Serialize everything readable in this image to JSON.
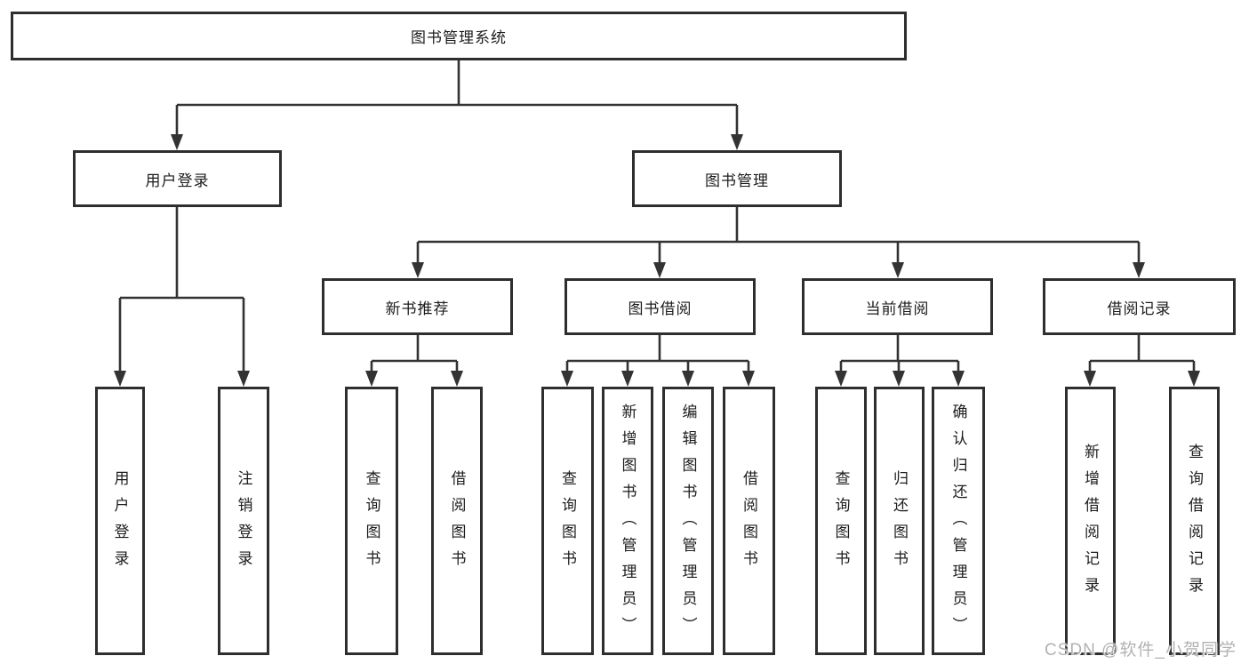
{
  "diagram": {
    "title": "图书管理系统",
    "root": {
      "label": "图书管理系统"
    },
    "level1": [
      {
        "label": "用户登录"
      },
      {
        "label": "图书管理"
      }
    ],
    "level2": [
      {
        "label": "新书推荐"
      },
      {
        "label": "图书借阅"
      },
      {
        "label": "当前借阅"
      },
      {
        "label": "借阅记录"
      }
    ],
    "leaves": {
      "user_login_children": [
        "用户登录",
        "注销登录"
      ],
      "new_book_children": [
        "查询图书",
        "借阅图书"
      ],
      "book_borrow_children": [
        "查询图书",
        "新增图书（管理员）",
        "编辑图书（管理员）",
        "借阅图书"
      ],
      "current_borrow_children": [
        "查询图书",
        "归还图书",
        "确认归还（管理员）"
      ],
      "borrow_record_children": [
        "新增借阅记录",
        "查询借阅记录"
      ]
    },
    "watermark": "CSDN @软件_小贺同学",
    "colors": {
      "line": "#333333",
      "border": "#2e2e2e",
      "text": "#1c1c1c",
      "watermark": "#b2b2b2",
      "background": "#ffffff"
    }
  }
}
